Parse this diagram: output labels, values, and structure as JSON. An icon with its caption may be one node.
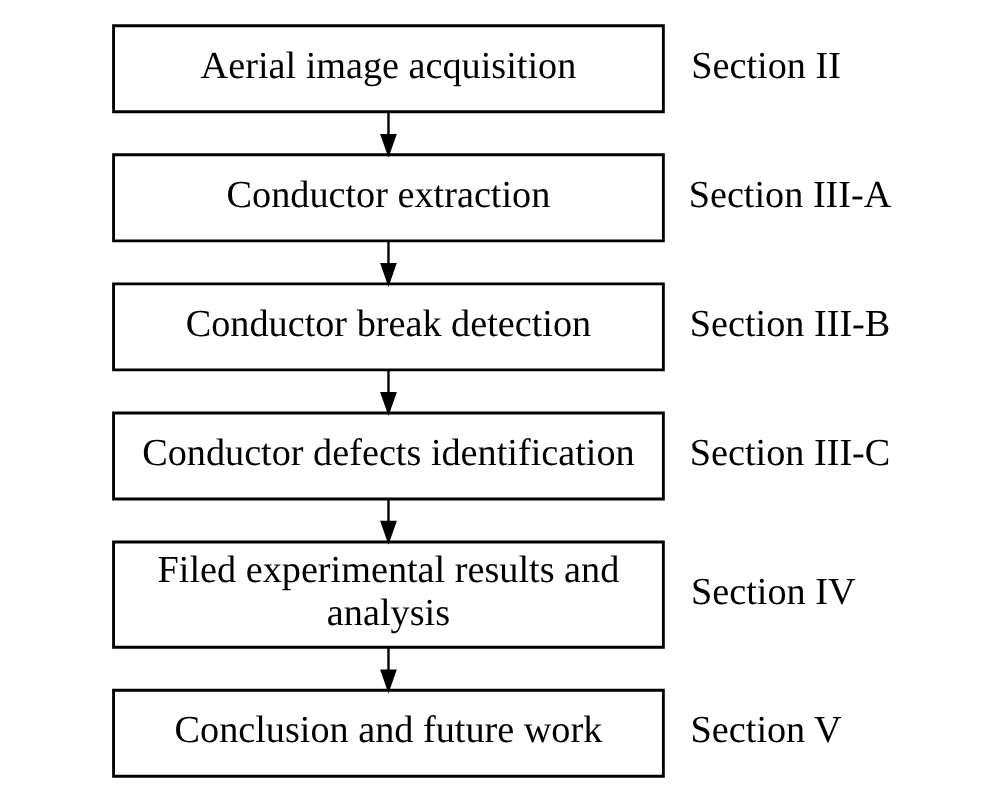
{
  "diagram": {
    "nodes": [
      {
        "text": [
          "Aerial image acquisition"
        ],
        "beside": [
          "Section II"
        ]
      },
      {
        "text": [
          "Conductor extraction"
        ],
        "beside": [
          "Section III-A"
        ]
      },
      {
        "text": [
          "Conductor break detection"
        ],
        "beside": [
          "Section III-B"
        ]
      },
      {
        "text": [
          "Conductor defects identification"
        ],
        "beside": [
          "Section III-C"
        ]
      },
      {
        "text": [
          "Filed experimental results and analysis"
        ],
        "beside": [
          "Section IV"
        ]
      },
      {
        "text": [
          "Conclusion and future work"
        ],
        "beside": [
          "Section V"
        ]
      }
    ],
    "edges": [
      {
        "from": 0,
        "to": 1,
        "arrow": "to"
      },
      {
        "from": 1,
        "to": 2,
        "arrow": "to"
      },
      {
        "from": 2,
        "to": 3,
        "arrow": "to"
      },
      {
        "from": 3,
        "to": 4,
        "arrow": "to"
      },
      {
        "from": 4,
        "to": 5,
        "arrow": "to"
      }
    ]
  }
}
